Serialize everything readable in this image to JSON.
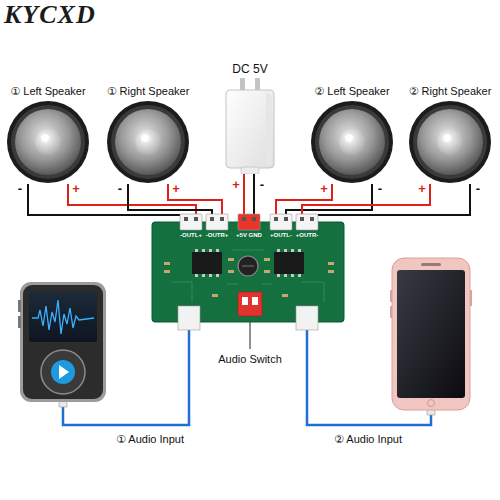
{
  "diagram": {
    "nodes": [
      {
        "text": [
          "① Left Speaker"
        ]
      },
      {
        "text": [
          "① Right Speaker"
        ]
      },
      {
        "text": [
          "DC 5V"
        ]
      },
      {
        "text": [
          "② Left Speaker"
        ]
      },
      {
        "text": [
          "② Right Speaker"
        ]
      },
      {
        "text": [
          "-OUTL+",
          "-OUTR+",
          "+5V GND",
          "+OUTL-",
          "+OUTR-"
        ]
      }
    ],
    "edges": [
      {
        "from": 0,
        "to": 5,
        "arrow": "none"
      },
      {
        "from": 0,
        "to": 5,
        "arrow": "none"
      },
      {
        "from": 1,
        "to": 5,
        "arrow": "none"
      },
      {
        "from": 1,
        "to": 5,
        "arrow": "none"
      },
      {
        "from": 2,
        "to": 5,
        "arrow": "none"
      },
      {
        "from": 2,
        "to": 5,
        "arrow": "none"
      },
      {
        "from": 3,
        "to": 5,
        "arrow": "none"
      },
      {
        "from": 3,
        "to": 5,
        "arrow": "none"
      },
      {
        "from": 4,
        "to": 5,
        "arrow": "none"
      },
      {
        "from": 4,
        "to": 5,
        "arrow": "none"
      }
    ],
    "labels": [
      "KYCXD",
      "-",
      "+",
      "-",
      "+",
      "+",
      "-",
      "+",
      "-",
      "+",
      "-",
      "Audio Switch",
      "① Audio Input",
      "② Audio Input"
    ]
  }
}
